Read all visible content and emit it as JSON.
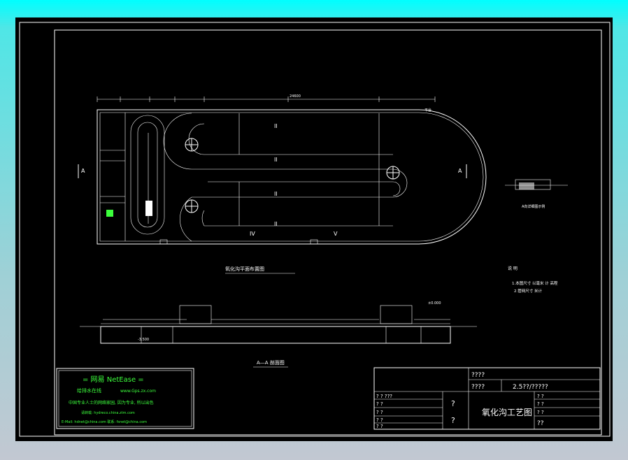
{
  "plan": {
    "caption": "氧化沟平面布置图",
    "roman_a": "II",
    "roman_b": "II",
    "roman_c": "II",
    "roman_d": "II",
    "roman_e": "IV",
    "roman_f": "V",
    "section_mark_left": "A",
    "section_mark_right": "A",
    "platform_label": "平台",
    "total_dim": "24600"
  },
  "detail": {
    "caption": "A向详细图示例"
  },
  "notes": {
    "title": "说 明",
    "line1": "1.本图尺寸 以毫米 计 高程",
    "line2": "2.管网尺寸 米计"
  },
  "section": {
    "caption": "A—A 剖面图",
    "elev_top": "±0.000",
    "elev_bottom": "-3.500"
  },
  "logo": {
    "title": "= 网易 NetEase =",
    "subtitle": "给排水在线",
    "site": "www.Gps.zx.com",
    "line1": "中国专业人士的网络家园, 因为专业, 所以出色",
    "line2": "请转载: hydreco.china.ztm.com",
    "line3": "E-Mail: hdnet@china.com  联系: fsnet@china.com"
  },
  "titleblock": {
    "field1": "????",
    "field2": "????",
    "scale": "2.5??/?????",
    "left_header": "? ? ???",
    "rows_left": [
      "?  ?",
      "?  ?",
      "?  ?",
      "?  ?"
    ],
    "mid_top": "?",
    "mid_bottom": "?",
    "drawing_name": "氧化沟工艺图",
    "rows_right": [
      "?  ?",
      "?  ?",
      "?  ?"
    ],
    "drawing_no": "??"
  },
  "colors": {
    "background": "#000000",
    "line": "#ffffff",
    "logo_text": "#3cff3c",
    "frame": "#00ffff"
  }
}
